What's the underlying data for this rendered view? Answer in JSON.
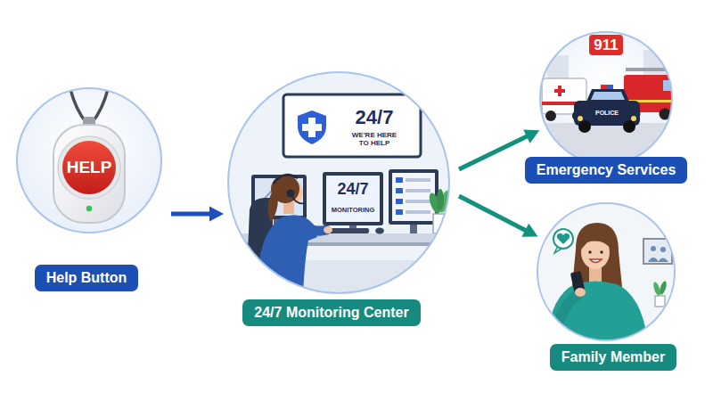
{
  "diagram": {
    "nodes": [
      {
        "text": [
          "Help Button"
        ]
      },
      {
        "text": [
          "24/7 Monitoring Center"
        ]
      },
      {
        "text": [
          "Emergency Services"
        ]
      },
      {
        "text": [
          "Family Member"
        ]
      }
    ],
    "edges": [
      {
        "from": 0,
        "to": 1,
        "arrow": "to"
      },
      {
        "from": 1,
        "to": 2,
        "arrow": "to"
      },
      {
        "from": 1,
        "to": 3,
        "arrow": "to"
      }
    ],
    "labels": [
      "HELP",
      "24/7",
      "WE'RE HERE TO HELP",
      "24/7",
      "MONITORING",
      "911",
      "POLICE"
    ]
  }
}
